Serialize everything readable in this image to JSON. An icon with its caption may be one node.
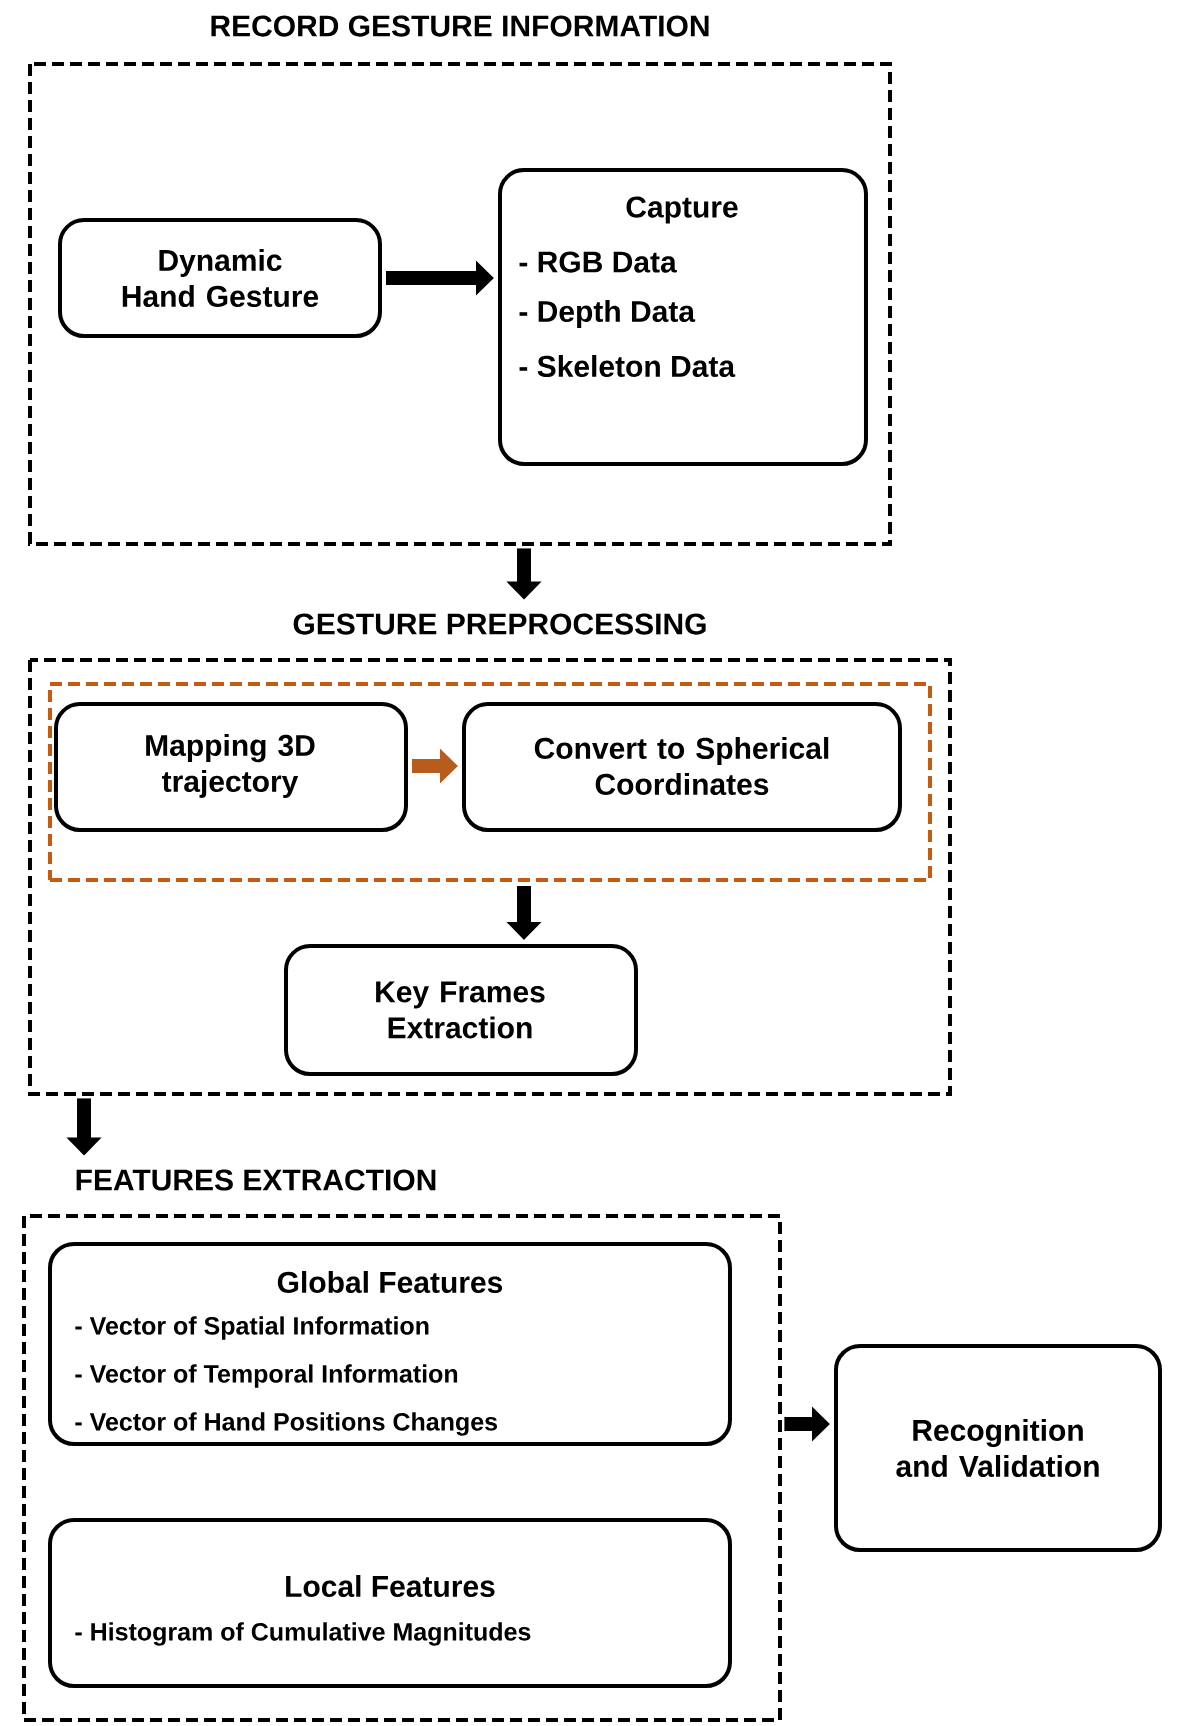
{
  "diagram": {
    "nodes": [
      {
        "text": [
          "RECORD GESTURE INFORMATION"
        ]
      },
      {
        "text": [
          "Dynamic Hand Gesture"
        ],
        "in": 0
      },
      {
        "text": [
          "Capture",
          "- RGB Data",
          "- Depth Data",
          "- Skeleton Data"
        ],
        "in": 0
      },
      {
        "text": [
          "GESTURE PREPROCESSING"
        ]
      },
      {
        "text": [],
        "shape": "box",
        "in": 3
      },
      {
        "text": [
          "Mapping 3D trajectory"
        ],
        "in": 4
      },
      {
        "text": [
          "Convert to Spherical Coordinates"
        ],
        "in": 4
      },
      {
        "text": [
          "Key Frames Extraction"
        ],
        "in": 3
      },
      {
        "text": [
          "FEATURES EXTRACTION"
        ]
      },
      {
        "text": [
          "Global Features",
          "- Vector of Spatial Information",
          "- Vector of Temporal Information",
          "- Vector of Hand Positions Changes"
        ],
        "in": 8
      },
      {
        "text": [
          "Local Features",
          "- Histogram of Cumulative Magnitudes"
        ],
        "in": 8
      },
      {
        "text": [
          "Recognition and Validation"
        ]
      }
    ],
    "edges": [
      {
        "from": 1,
        "to": 2,
        "arrow": "to"
      },
      {
        "from": 0,
        "to": 3,
        "arrow": "to"
      },
      {
        "from": 5,
        "to": 6,
        "arrow": "to",
        "color": "#b85c1e"
      },
      {
        "from": 4,
        "to": 7,
        "arrow": "to"
      },
      {
        "from": 3,
        "to": 8,
        "arrow": "to"
      },
      {
        "from": 8,
        "to": 11,
        "arrow": "to"
      }
    ]
  }
}
